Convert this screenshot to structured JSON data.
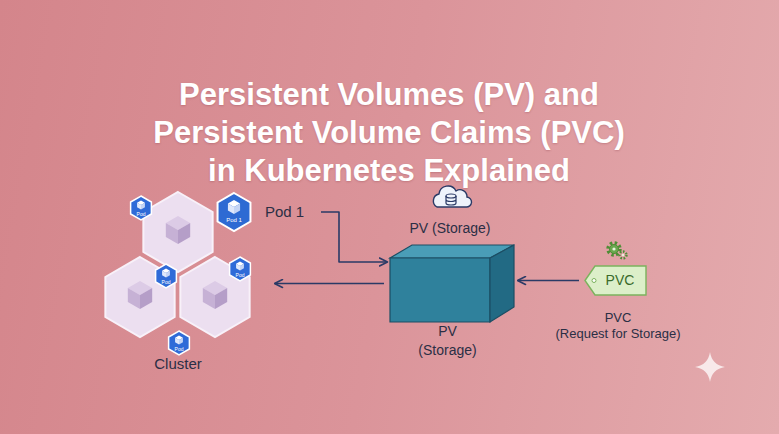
{
  "diagram": {
    "title": "Persistent Volumes (PV) and Persistent Volume Claims (PVC) in Kubernetes Explained",
    "nodes": [
      {
        "text": [
          "Cluster"
        ]
      },
      {
        "text": [
          "Pod"
        ],
        "in": 0
      },
      {
        "text": [
          "Pod 1",
          "Pod 1"
        ],
        "in": 0
      },
      {
        "text": [
          "Pod"
        ],
        "in": 0
      },
      {
        "text": [
          "Pod"
        ],
        "in": 0
      },
      {
        "text": [
          "Pod"
        ],
        "in": 0
      },
      {
        "text": [
          "PV (Storage)",
          "PV (Storage)"
        ]
      },
      {
        "text": [
          "PVC",
          "PVC (Request for Storage)"
        ]
      }
    ],
    "edges": [
      {
        "from": 2,
        "to": 6,
        "arrow": "to"
      },
      {
        "from": 6,
        "to": 0,
        "arrow": "to"
      },
      {
        "from": 7,
        "to": 6,
        "arrow": "to"
      }
    ]
  }
}
